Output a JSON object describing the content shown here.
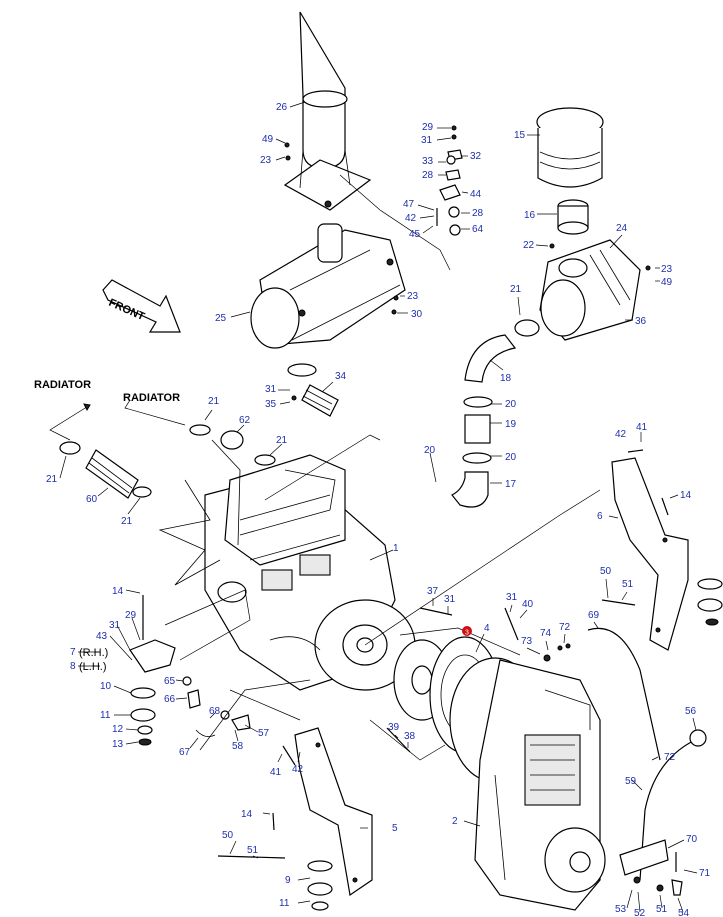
{
  "labels": {
    "radiator_left": "RADIATOR",
    "radiator_right": "RADIATOR",
    "front": "FRONT",
    "rh": "(R.H.)",
    "lh": "(L.H.)"
  },
  "marker_color": "#cc1111",
  "callouts": [
    "26",
    "49",
    "23",
    "29",
    "31",
    "32",
    "33",
    "28",
    "44",
    "47",
    "42",
    "28",
    "45",
    "64",
    "15",
    "16",
    "22",
    "24",
    "23",
    "49",
    "23",
    "30",
    "25",
    "21",
    "36",
    "31",
    "35",
    "34",
    "18",
    "20",
    "19",
    "20",
    "17",
    "21",
    "62",
    "21",
    "21",
    "60",
    "21",
    "20",
    "41",
    "42",
    "14",
    "6",
    "1",
    "14",
    "29",
    "31",
    "43",
    "7",
    "8",
    "65",
    "10",
    "66",
    "11",
    "12",
    "13",
    "67",
    "68",
    "58",
    "57",
    "37",
    "31",
    "31",
    "40",
    "4",
    "73",
    "74",
    "72",
    "69",
    "50",
    "51",
    "39",
    "38",
    "41",
    "42",
    "56",
    "14",
    "50",
    "51",
    "5",
    "9",
    "11",
    "2",
    "72",
    "59",
    "70",
    "71",
    "53",
    "52",
    "51",
    "54"
  ]
}
